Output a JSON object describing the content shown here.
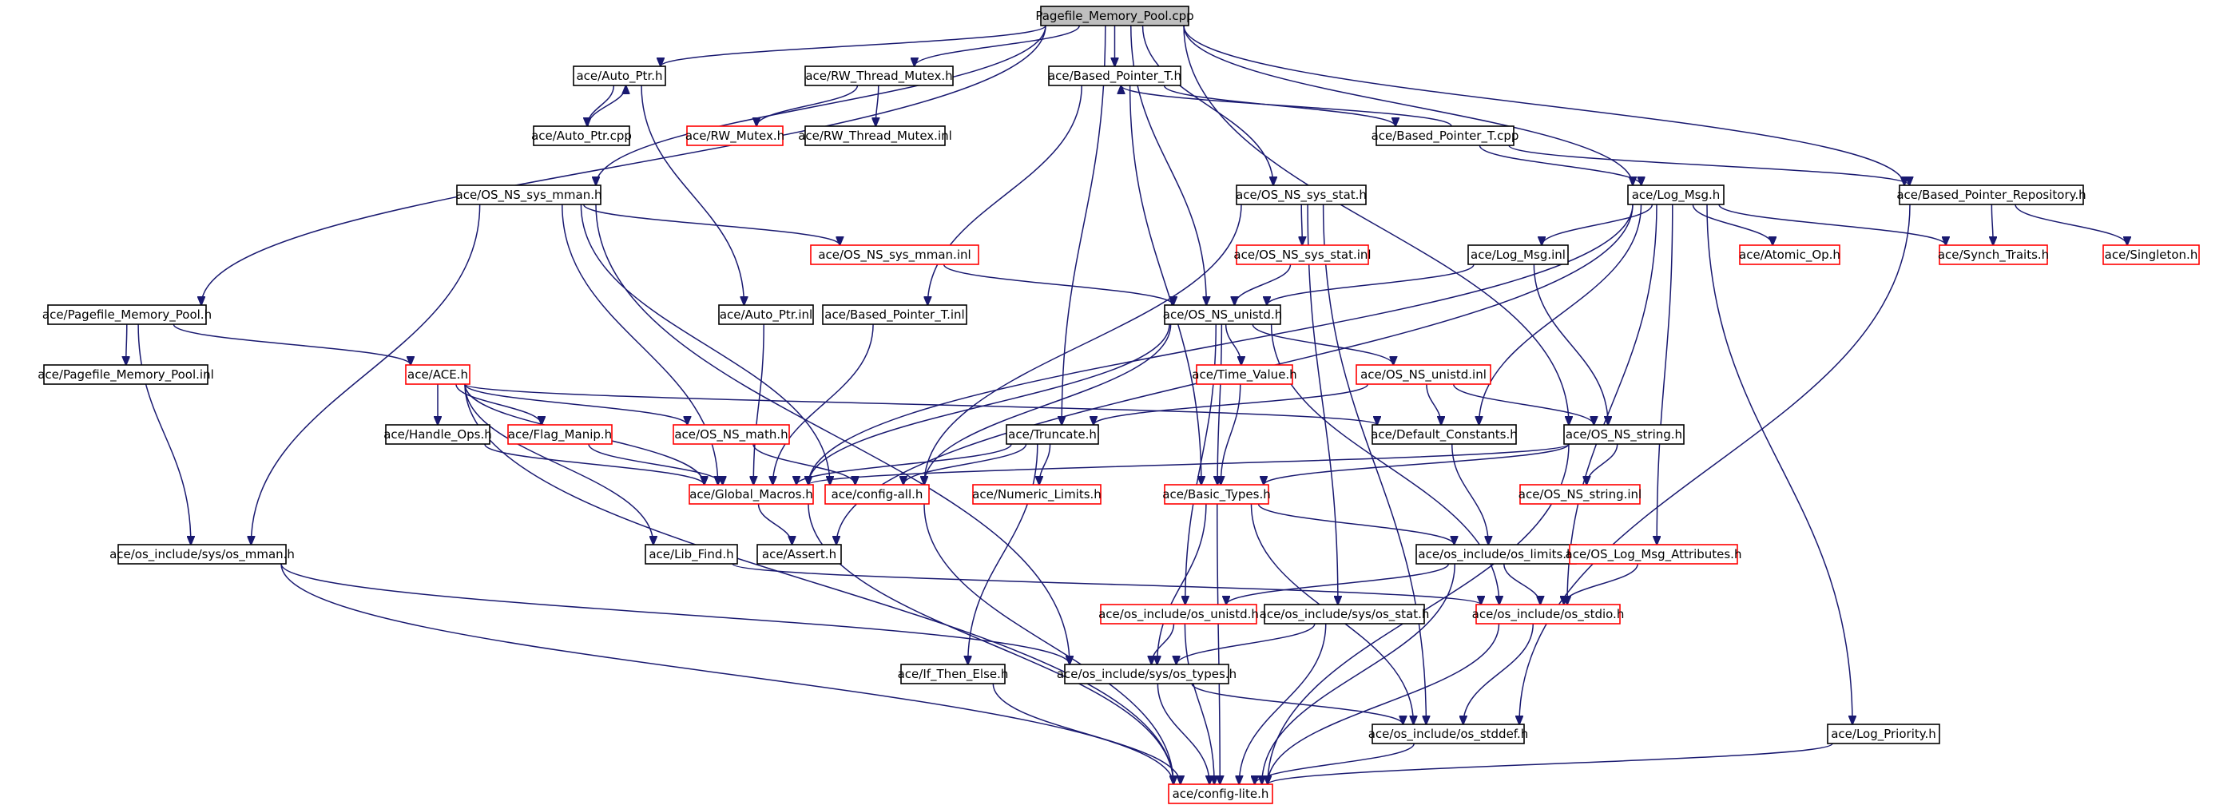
{
  "colors": {
    "edge": "#191970",
    "normal_border": "#000000",
    "missing_border": "#ff0000",
    "root_fill": "#bfbfbf",
    "node_fill": "#ffffff"
  },
  "nodes": [
    {
      "id": "root",
      "label": "Pagefile_Memory_Pool.cpp",
      "style": "root"
    },
    {
      "id": "autoptr_h",
      "label": "ace/Auto_Ptr.h",
      "style": "normal"
    },
    {
      "id": "rwtm_h",
      "label": "ace/RW_Thread_Mutex.h",
      "style": "normal"
    },
    {
      "id": "bptr_h",
      "label": "ace/Based_Pointer_T.h",
      "style": "normal"
    },
    {
      "id": "autoptr_cpp",
      "label": "ace/Auto_Ptr.cpp",
      "style": "normal"
    },
    {
      "id": "rwmutex_h",
      "label": "ace/RW_Mutex.h",
      "style": "missing"
    },
    {
      "id": "rwtm_inl",
      "label": "ace/RW_Thread_Mutex.inl",
      "style": "normal"
    },
    {
      "id": "bptr_cpp",
      "label": "ace/Based_Pointer_T.cpp",
      "style": "normal"
    },
    {
      "id": "osmman_h",
      "label": "ace/OS_NS_sys_mman.h",
      "style": "normal"
    },
    {
      "id": "osstat_h",
      "label": "ace/OS_NS_sys_stat.h",
      "style": "normal"
    },
    {
      "id": "logmsg_h",
      "label": "ace/Log_Msg.h",
      "style": "normal"
    },
    {
      "id": "bprepo_h",
      "label": "ace/Based_Pointer_Repository.h",
      "style": "normal"
    },
    {
      "id": "osmman_inl",
      "label": "ace/OS_NS_sys_mman.inl",
      "style": "missing"
    },
    {
      "id": "osstat_inl",
      "label": "ace/OS_NS_sys_stat.inl",
      "style": "missing"
    },
    {
      "id": "logmsg_inl",
      "label": "ace/Log_Msg.inl",
      "style": "normal"
    },
    {
      "id": "atomic_h",
      "label": "ace/Atomic_Op.h",
      "style": "missing"
    },
    {
      "id": "synch_h",
      "label": "ace/Synch_Traits.h",
      "style": "missing"
    },
    {
      "id": "singleton_h",
      "label": "ace/Singleton.h",
      "style": "missing"
    },
    {
      "id": "pmp_h",
      "label": "ace/Pagefile_Memory_Pool.h",
      "style": "normal"
    },
    {
      "id": "autoptr_inl",
      "label": "ace/Auto_Ptr.inl",
      "style": "normal"
    },
    {
      "id": "bptr_inl",
      "label": "ace/Based_Pointer_T.inl",
      "style": "normal"
    },
    {
      "id": "osunistd_h",
      "label": "ace/OS_NS_unistd.h",
      "style": "normal"
    },
    {
      "id": "pmp_inl",
      "label": "ace/Pagefile_Memory_Pool.inl",
      "style": "normal"
    },
    {
      "id": "ace_h",
      "label": "ace/ACE.h",
      "style": "missing"
    },
    {
      "id": "timevalue_h",
      "label": "ace/Time_Value.h",
      "style": "missing"
    },
    {
      "id": "osunistd_inl",
      "label": "ace/OS_NS_unistd.inl",
      "style": "missing"
    },
    {
      "id": "handleops_h",
      "label": "ace/Handle_Ops.h",
      "style": "normal"
    },
    {
      "id": "flagmanip_h",
      "label": "ace/Flag_Manip.h",
      "style": "missing"
    },
    {
      "id": "osmath_h",
      "label": "ace/OS_NS_math.h",
      "style": "missing"
    },
    {
      "id": "truncate_h",
      "label": "ace/Truncate.h",
      "style": "normal"
    },
    {
      "id": "defconst_h",
      "label": "ace/Default_Constants.h",
      "style": "normal"
    },
    {
      "id": "osstring_h",
      "label": "ace/OS_NS_string.h",
      "style": "normal"
    },
    {
      "id": "globalmacros_h",
      "label": "ace/Global_Macros.h",
      "style": "missing"
    },
    {
      "id": "configall_h",
      "label": "ace/config-all.h",
      "style": "missing"
    },
    {
      "id": "numlimits_h",
      "label": "ace/Numeric_Limits.h",
      "style": "missing"
    },
    {
      "id": "basictypes_h",
      "label": "ace/Basic_Types.h",
      "style": "missing"
    },
    {
      "id": "osstring_inl",
      "label": "ace/OS_NS_string.inl",
      "style": "missing"
    },
    {
      "id": "os_mman_h",
      "label": "ace/os_include/sys/os_mman.h",
      "style": "normal"
    },
    {
      "id": "libfind_h",
      "label": "ace/Lib_Find.h",
      "style": "normal"
    },
    {
      "id": "assert_h",
      "label": "ace/Assert.h",
      "style": "normal"
    },
    {
      "id": "oslimits_h",
      "label": "ace/os_include/os_limits.h",
      "style": "normal"
    },
    {
      "id": "oslogattr_h",
      "label": "ace/OS_Log_Msg_Attributes.h",
      "style": "missing"
    },
    {
      "id": "os_unistd_h",
      "label": "ace/os_include/os_unistd.h",
      "style": "missing"
    },
    {
      "id": "os_sysstat_h",
      "label": "ace/os_include/sys/os_stat.h",
      "style": "normal"
    },
    {
      "id": "os_stdio_h",
      "label": "ace/os_include/os_stdio.h",
      "style": "missing"
    },
    {
      "id": "ifthenelse_h",
      "label": "ace/If_Then_Else.h",
      "style": "normal"
    },
    {
      "id": "os_types_h",
      "label": "ace/os_include/sys/os_types.h",
      "style": "normal"
    },
    {
      "id": "os_stddef_h",
      "label": "ace/os_include/os_stddef.h",
      "style": "normal"
    },
    {
      "id": "logprio_h",
      "label": "ace/Log_Priority.h",
      "style": "normal"
    },
    {
      "id": "configlite_h",
      "label": "ace/config-lite.h",
      "style": "missing"
    }
  ],
  "edges": [
    [
      "root",
      "autoptr_h"
    ],
    [
      "root",
      "rwtm_h"
    ],
    [
      "root",
      "bptr_h"
    ],
    [
      "root",
      "osmman_h"
    ],
    [
      "root",
      "osstat_h"
    ],
    [
      "root",
      "logmsg_h"
    ],
    [
      "root",
      "bprepo_h"
    ],
    [
      "root",
      "pmp_h"
    ],
    [
      "root",
      "osunistd_h"
    ],
    [
      "root",
      "truncate_h"
    ],
    [
      "root",
      "osstring_h"
    ],
    [
      "autoptr_h",
      "autoptr_cpp"
    ],
    [
      "autoptr_cpp",
      "autoptr_h"
    ],
    [
      "autoptr_h",
      "autoptr_inl"
    ],
    [
      "rwtm_h",
      "rwmutex_h"
    ],
    [
      "rwtm_h",
      "rwtm_inl"
    ],
    [
      "bptr_h",
      "bptr_cpp"
    ],
    [
      "bptr_cpp",
      "bptr_h"
    ],
    [
      "bptr_h",
      "bptr_inl"
    ],
    [
      "bptr_h",
      "basictypes_h"
    ],
    [
      "bptr_cpp",
      "logmsg_h"
    ],
    [
      "bptr_cpp",
      "bprepo_h"
    ],
    [
      "bptr_inl",
      "globalmacros_h"
    ],
    [
      "autoptr_inl",
      "globalmacros_h"
    ],
    [
      "osmman_h",
      "osmman_inl"
    ],
    [
      "osmman_h",
      "configall_h"
    ],
    [
      "osmman_h",
      "globalmacros_h"
    ],
    [
      "osmman_h",
      "os_mman_h"
    ],
    [
      "osmman_h",
      "os_types_h"
    ],
    [
      "osmman_inl",
      "osunistd_h"
    ],
    [
      "osstat_h",
      "osstat_inl"
    ],
    [
      "osstat_h",
      "configall_h"
    ],
    [
      "osstat_h",
      "os_sysstat_h"
    ],
    [
      "osstat_h",
      "os_stddef_h"
    ],
    [
      "osstat_inl",
      "osunistd_h"
    ],
    [
      "logmsg_h",
      "logmsg_inl"
    ],
    [
      "logmsg_h",
      "atomic_h"
    ],
    [
      "logmsg_h",
      "synch_h"
    ],
    [
      "logmsg_h",
      "defconst_h"
    ],
    [
      "logmsg_h",
      "globalmacros_h"
    ],
    [
      "logmsg_h",
      "assert_h"
    ],
    [
      "logmsg_h",
      "oslogattr_h"
    ],
    [
      "logmsg_h",
      "os_stdio_h"
    ],
    [
      "logmsg_h",
      "logprio_h"
    ],
    [
      "logmsg_inl",
      "osunistd_h"
    ],
    [
      "logmsg_inl",
      "osstring_h"
    ],
    [
      "bprepo_h",
      "synch_h"
    ],
    [
      "bprepo_h",
      "singleton_h"
    ],
    [
      "bprepo_h",
      "os_stddef_h"
    ],
    [
      "pmp_h",
      "pmp_inl"
    ],
    [
      "pmp_h",
      "ace_h"
    ],
    [
      "pmp_h",
      "os_mman_h"
    ],
    [
      "osunistd_h",
      "timevalue_h"
    ],
    [
      "osunistd_h",
      "osunistd_inl"
    ],
    [
      "osunistd_h",
      "basictypes_h"
    ],
    [
      "osunistd_h",
      "configall_h"
    ],
    [
      "osunistd_h",
      "globalmacros_h"
    ],
    [
      "osunistd_h",
      "os_unistd_h"
    ],
    [
      "osunistd_h",
      "os_stdio_h"
    ],
    [
      "osunistd_inl",
      "defconst_h"
    ],
    [
      "osunistd_inl",
      "truncate_h"
    ],
    [
      "osunistd_inl",
      "osstring_h"
    ],
    [
      "timevalue_h",
      "basictypes_h"
    ],
    [
      "ace_h",
      "handleops_h"
    ],
    [
      "ace_h",
      "flagmanip_h"
    ],
    [
      "ace_h",
      "osmath_h"
    ],
    [
      "ace_h",
      "defconst_h"
    ],
    [
      "ace_h",
      "globalmacros_h"
    ],
    [
      "ace_h",
      "libfind_h"
    ],
    [
      "ace_h",
      "configlite_h"
    ],
    [
      "handleops_h",
      "globalmacros_h"
    ],
    [
      "flagmanip_h",
      "globalmacros_h"
    ],
    [
      "osmath_h",
      "configall_h"
    ],
    [
      "truncate_h",
      "globalmacros_h"
    ],
    [
      "truncate_h",
      "configall_h"
    ],
    [
      "truncate_h",
      "numlimits_h"
    ],
    [
      "truncate_h",
      "ifthenelse_h"
    ],
    [
      "defconst_h",
      "oslimits_h"
    ],
    [
      "osstring_h",
      "osstring_inl"
    ],
    [
      "osstring_h",
      "basictypes_h"
    ],
    [
      "osstring_h",
      "globalmacros_h"
    ],
    [
      "osstring_h",
      "configlite_h"
    ],
    [
      "globalmacros_h",
      "assert_h"
    ],
    [
      "globalmacros_h",
      "configlite_h"
    ],
    [
      "configall_h",
      "configlite_h"
    ],
    [
      "basictypes_h",
      "oslimits_h"
    ],
    [
      "basictypes_h",
      "os_types_h"
    ],
    [
      "basictypes_h",
      "os_stddef_h"
    ],
    [
      "basictypes_h",
      "configlite_h"
    ],
    [
      "os_mman_h",
      "os_types_h"
    ],
    [
      "os_mman_h",
      "configlite_h"
    ],
    [
      "libfind_h",
      "os_stdio_h"
    ],
    [
      "oslimits_h",
      "os_unistd_h"
    ],
    [
      "oslimits_h",
      "os_stdio_h"
    ],
    [
      "oslimits_h",
      "configlite_h"
    ],
    [
      "oslogattr_h",
      "os_stdio_h"
    ],
    [
      "os_unistd_h",
      "os_types_h"
    ],
    [
      "os_unistd_h",
      "configlite_h"
    ],
    [
      "os_sysstat_h",
      "os_types_h"
    ],
    [
      "os_sysstat_h",
      "configlite_h"
    ],
    [
      "os_stdio_h",
      "os_stddef_h"
    ],
    [
      "os_stdio_h",
      "configlite_h"
    ],
    [
      "ifthenelse_h",
      "configlite_h"
    ],
    [
      "os_types_h",
      "os_stddef_h"
    ],
    [
      "os_types_h",
      "configlite_h"
    ],
    [
      "os_stddef_h",
      "configlite_h"
    ],
    [
      "logprio_h",
      "configlite_h"
    ]
  ]
}
